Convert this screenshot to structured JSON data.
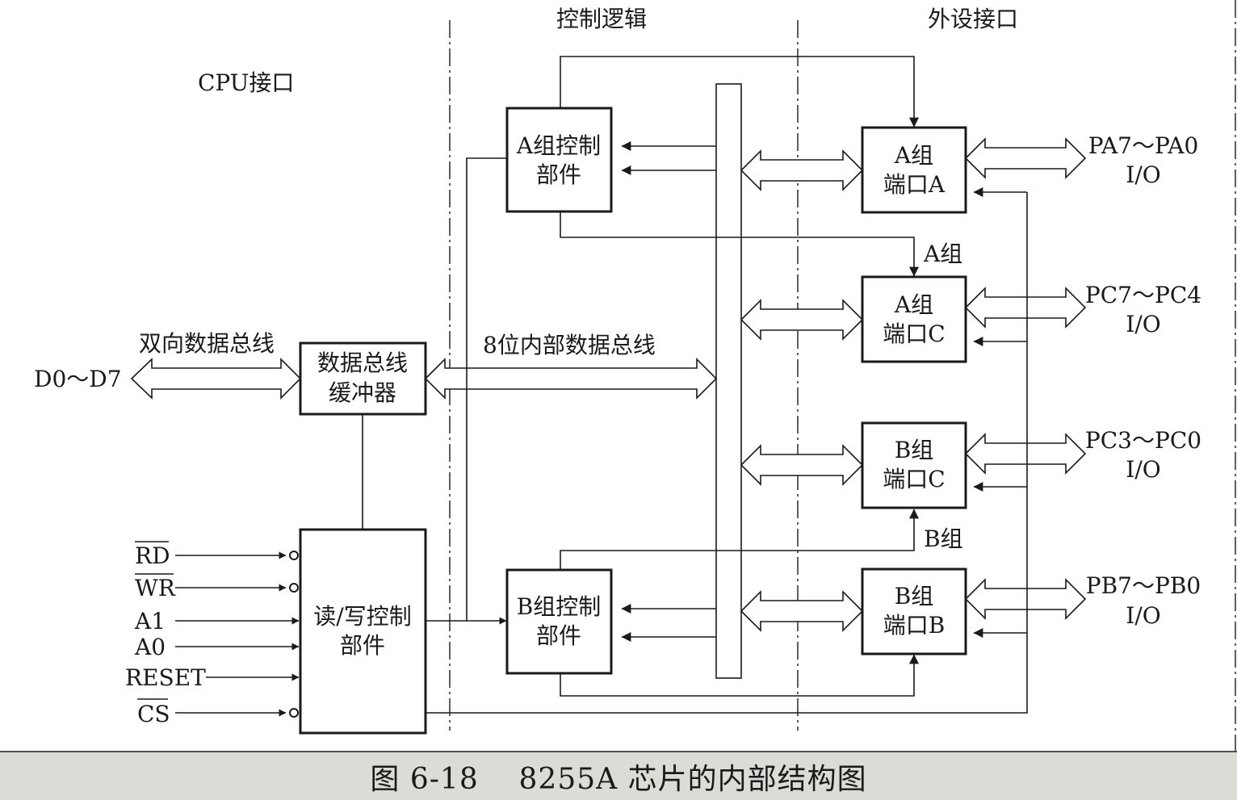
{
  "regions": {
    "cpu_interface": "CPU接口",
    "control_logic": "控制逻辑",
    "peripheral_interface": "外设接口"
  },
  "buses": {
    "bidirectional_data_bus": "双向数据总线",
    "data_pins": "D0～D7",
    "internal_bus": "8位内部数据总线"
  },
  "blocks": {
    "data_buffer": [
      "数据总线",
      "缓冲器"
    ],
    "rw_control": [
      "读/写控制",
      "部件"
    ],
    "group_a_control": [
      "A组控制",
      "部件"
    ],
    "group_b_control": [
      "B组控制",
      "部件"
    ],
    "port_a": [
      "A组",
      "端口A"
    ],
    "port_c_upper": [
      "A组",
      "端口C"
    ],
    "port_c_lower": [
      "B组",
      "端口C"
    ],
    "port_b": [
      "B组",
      "端口B"
    ]
  },
  "group_labels": {
    "group_a": "A组",
    "group_b": "B组"
  },
  "io_labels": [
    {
      "pins": "PA7～PA0",
      "io": "I/O"
    },
    {
      "pins": "PC7～PC4",
      "io": "I/O"
    },
    {
      "pins": "PC3～PC0",
      "io": "I/O"
    },
    {
      "pins": "PB7～PB0",
      "io": "I/O"
    }
  ],
  "control_signals": {
    "rd": "RD",
    "wr": "WR",
    "a1": "A1",
    "a0": "A0",
    "reset": "RESET",
    "cs": "CS"
  },
  "caption": "图 6-18    8255A 芯片的内部结构图"
}
